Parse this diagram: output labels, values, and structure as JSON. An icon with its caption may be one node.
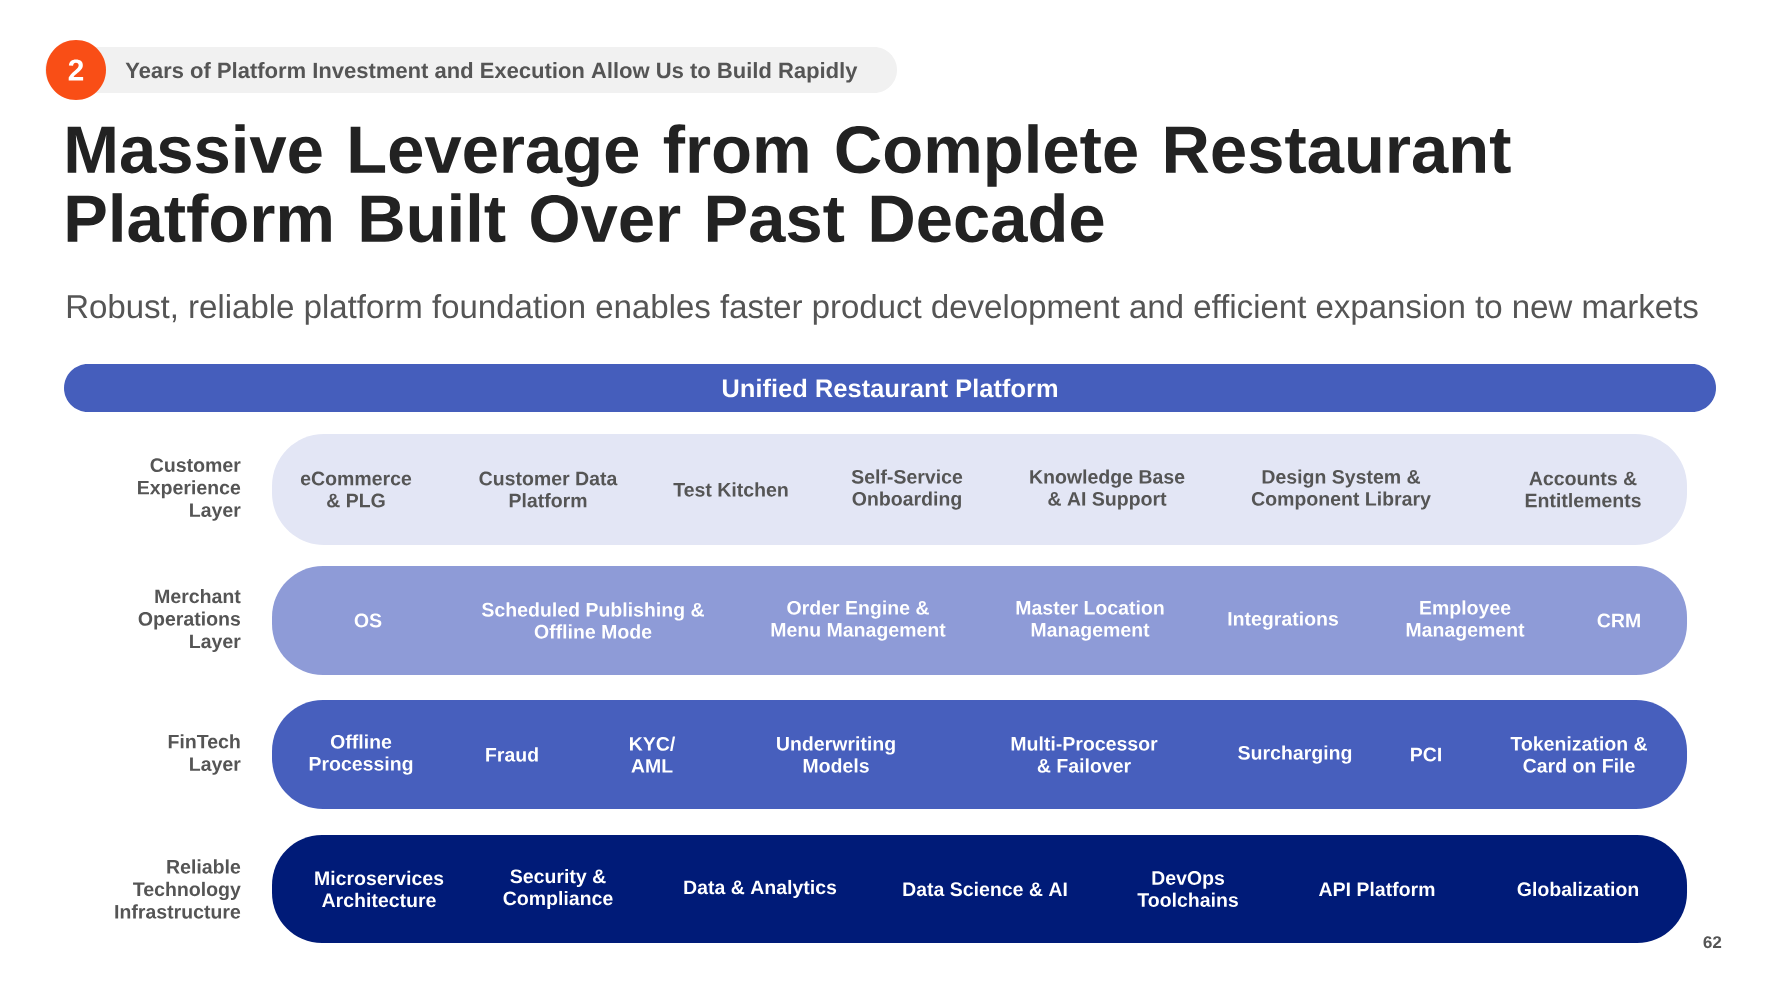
{
  "diagram": {
    "title": "Massive Leverage from Complete Restaurant Platform Built Over Past Decade",
    "nodes": [
      {
        "text": [
          "2"
        ]
      },
      {
        "text": [
          "Years of Platform Investment and Execution Allow Us to Build Rapidly"
        ]
      },
      {
        "text": [
          "Unified Restaurant Platform"
        ]
      },
      {
        "text": [
          "Customer Experience Layer",
          "eCommerce & PLG",
          "Customer Data Platform",
          "Test Kitchen",
          "Self-Service Onboarding",
          "Knowledge Base & AI Support",
          "Design System & Component Library",
          "Accounts & Entitlements"
        ]
      },
      {
        "text": [
          "Merchant Operations Layer",
          "OS",
          "Scheduled Publishing & Offline Mode",
          "Order Engine & Menu Management",
          "Master Location Management",
          "Integrations",
          "Employee Management",
          "CRM"
        ]
      },
      {
        "text": [
          "FinTech Layer",
          "Offline Processing",
          "Fraud",
          "KYC/ AML",
          "Underwriting Models",
          "Multi-Processor & Failover",
          "Surcharging",
          "PCI",
          "Tokenization & Card on File"
        ]
      },
      {
        "text": [
          "Reliable Technology Infrastructure",
          "Microservices Architecture",
          "Security & Compliance",
          "Data & Analytics",
          "Data Science & AI",
          "DevOps Toolchains",
          "API Platform",
          "Globalization"
        ]
      }
    ],
    "labels": [
      "Robust, reliable platform foundation enables faster product development and efficient expansion to new markets",
      "62"
    ]
  }
}
